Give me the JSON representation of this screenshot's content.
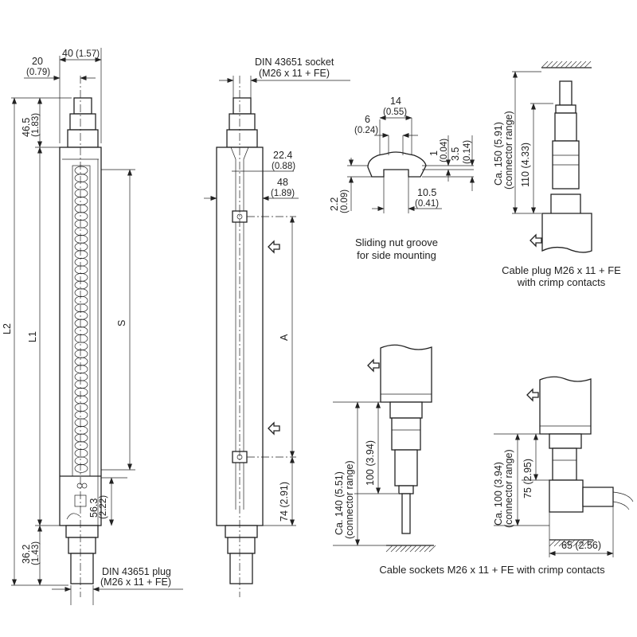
{
  "front_view": {
    "dim_40": "40",
    "dim_40_in": "(1.57)",
    "dim_20": "20",
    "dim_20_in": "(0.79)",
    "dim_46_5": "46.5",
    "dim_46_5_in": "(1.83)",
    "label_L2": "L2",
    "label_L1": "L1",
    "label_S": "S",
    "dim_56_3": "56.3",
    "dim_56_3_in": "(2.22)",
    "dim_36_2": "36.2",
    "dim_36_2_in": "(1.43)",
    "plug_label_1": "DIN 43651 plug",
    "plug_label_2": "(M26 x 11 + FE)"
  },
  "side_view": {
    "socket_label_1": "DIN 43651 socket",
    "socket_label_2": "(M26 x 11 + FE)",
    "dim_22_4": "22.4",
    "dim_22_4_in": "(0.88)",
    "dim_48": "48",
    "dim_48_in": "(1.89)",
    "label_A": "A",
    "dim_74": "74 (2.91)"
  },
  "groove": {
    "dim_14": "14",
    "dim_14_in": "(0.55)",
    "dim_6": "6",
    "dim_6_in": "(0.24)",
    "dim_1": "1",
    "dim_1_in": "(0.04)",
    "dim_3_5": "3.5",
    "dim_3_5_in": "(0.14)",
    "dim_2_2": "2.2",
    "dim_2_2_in": "(0.09)",
    "dim_10_5": "10.5",
    "dim_10_5_in": "(0.41)",
    "caption_1": "Sliding nut groove",
    "caption_2": "for side mounting"
  },
  "cable_plug": {
    "dim_range": "Ca. 150 (5.91)",
    "dim_range_2": "(connector range)",
    "dim_110": "110 (4.33)",
    "caption_1": "Cable plug M26 x 11 + FE",
    "caption_2": "with crimp contacts"
  },
  "socket_straight": {
    "dim_range": "Ca. 140 (5.51)",
    "dim_range_2": "(connector range)",
    "dim_100": "100 (3.94)"
  },
  "socket_angled": {
    "dim_range": "Ca. 100 (3.94)",
    "dim_range_2": "(connector range)",
    "dim_75": "75 (2.95)",
    "dim_65": "65 (2.56)"
  },
  "sockets_caption": "Cable sockets M26 x 11 + FE with crimp contacts"
}
